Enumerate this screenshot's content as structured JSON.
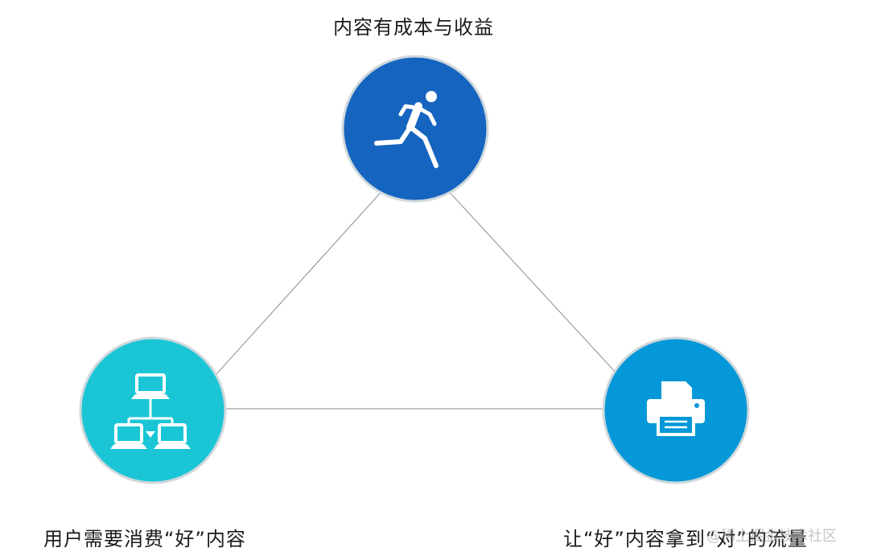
{
  "diagram": {
    "nodes": {
      "top": {
        "label": "内容有成本与收益",
        "icon": "runner-icon",
        "color": "#1565c0"
      },
      "left": {
        "label": "用户需要消费“好”内容",
        "icon": "network-computers-icon",
        "color": "#1ac6d6"
      },
      "right": {
        "label": "让“好”内容拿到“对”的流量",
        "icon": "printer-icon",
        "color": "#0598d8"
      }
    },
    "edge_color": "#9e9e9e"
  },
  "watermark": "@稀土掘金技术社区"
}
